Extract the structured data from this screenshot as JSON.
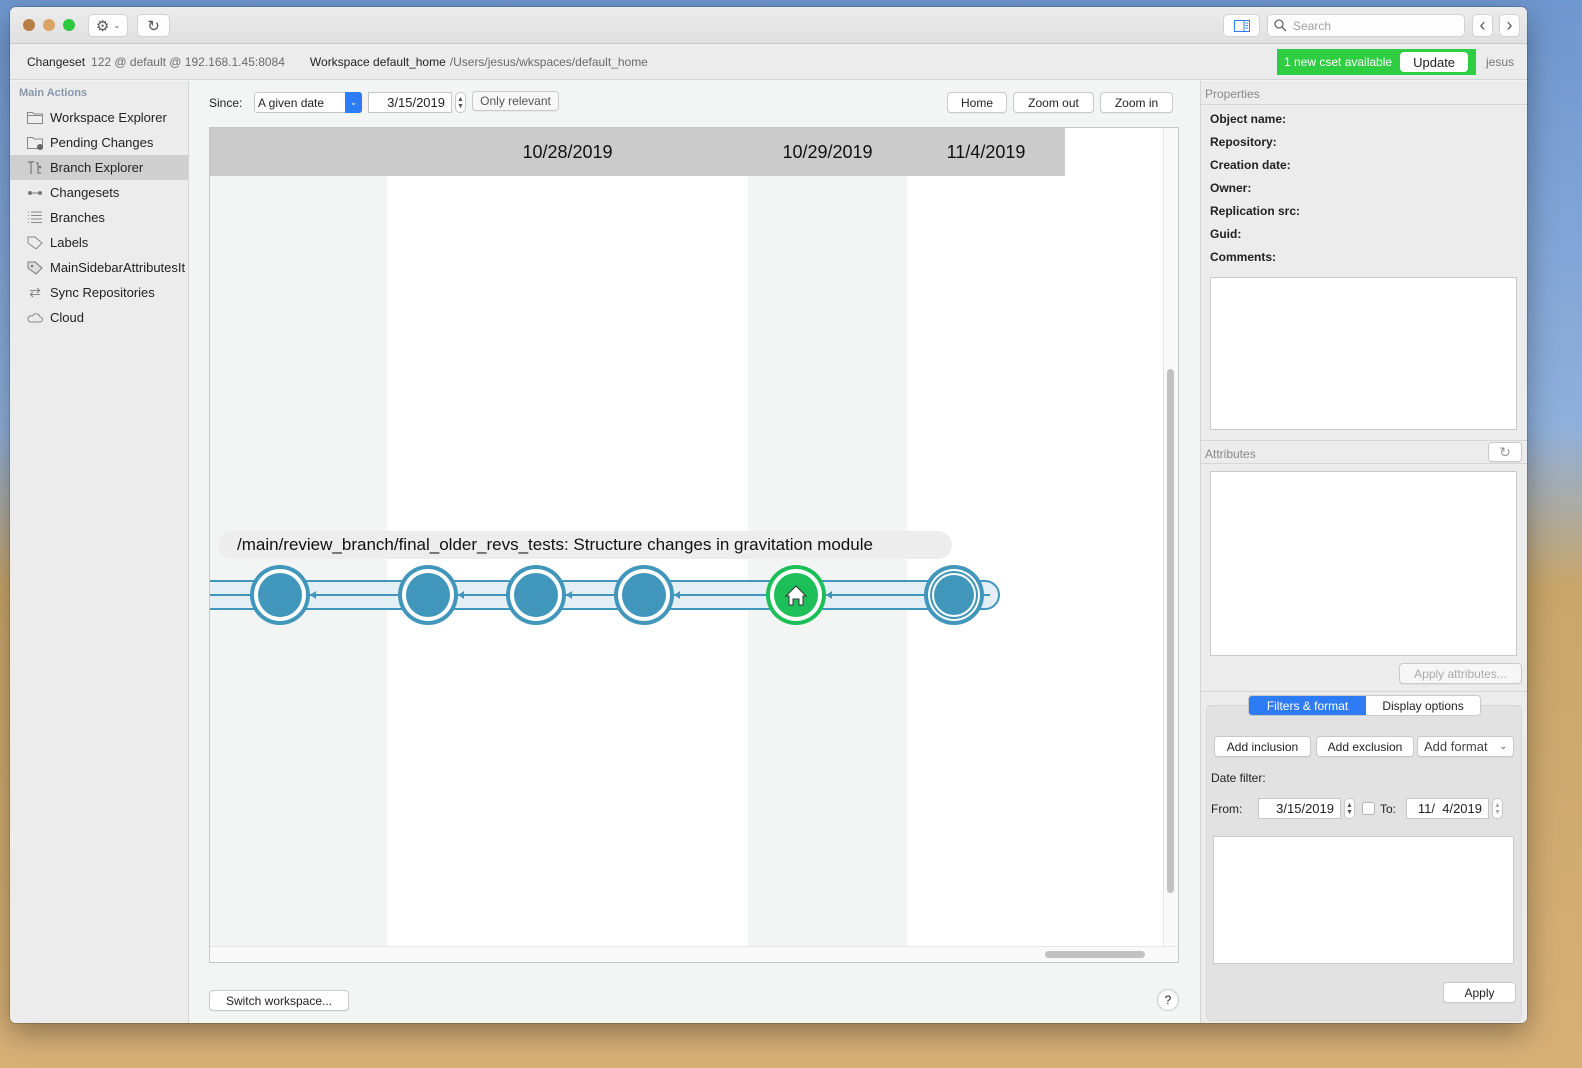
{
  "titlebar": {
    "gear_icon": "gear-icon",
    "refresh_icon": "refresh-icon",
    "sidebar_toggle_icon": "sidebar-toggle-icon",
    "search_placeholder": "Search",
    "back_icon": "‹",
    "forward_icon": "›"
  },
  "infobar": {
    "changeset_label": "Changeset",
    "changeset_value": "122 @ default @ 192.168.1.45:8084",
    "workspace_label": "Workspace default_home",
    "workspace_path": "/Users/jesus/wkspaces/default_home",
    "update_notice": "1 new cset available",
    "update_button": "Update",
    "user": "jesus",
    "accent_color": "#2fcd42"
  },
  "sidebar": {
    "header": "Main Actions",
    "items": [
      {
        "label": "Workspace Explorer",
        "icon": "folder-icon",
        "active": false
      },
      {
        "label": "Pending Changes",
        "icon": "pending-folder-icon",
        "active": false
      },
      {
        "label": "Branch Explorer",
        "icon": "branch-icon",
        "active": true
      },
      {
        "label": "Changesets",
        "icon": "changeset-icon",
        "active": false
      },
      {
        "label": "Branches",
        "icon": "list-icon",
        "active": false
      },
      {
        "label": "Labels",
        "icon": "tag-icon",
        "active": false
      },
      {
        "label": "MainSidebarAttributesIt",
        "icon": "attribute-tag-icon",
        "active": false
      },
      {
        "label": "Sync Repositories",
        "icon": "sync-icon",
        "active": false
      },
      {
        "label": "Cloud",
        "icon": "cloud-icon",
        "active": false
      }
    ]
  },
  "main": {
    "since_label": "Since:",
    "since_select": "A given date",
    "since_date": "3/15/2019",
    "only_relevant": "Only relevant",
    "home_button": "Home",
    "zoom_out_button": "Zoom out",
    "zoom_in_button": "Zoom in",
    "date_columns": [
      "10/28/2019",
      "10/29/2019",
      "11/4/2019"
    ],
    "branch_label": "/main/review_branch/final_older_revs_tests: Structure changes in gravitation module",
    "changesets": [
      {
        "type": "normal"
      },
      {
        "type": "normal"
      },
      {
        "type": "normal"
      },
      {
        "type": "normal"
      },
      {
        "type": "home"
      },
      {
        "type": "head"
      }
    ],
    "branch_color": "#4096bb",
    "home_color": "#1cbf58",
    "switch_workspace_button": "Switch workspace...",
    "help_button": "?"
  },
  "properties": {
    "header": "Properties",
    "fields": [
      "Object name:",
      "Repository:",
      "Creation date:",
      "Owner:",
      "Replication src:",
      "Guid:",
      "Comments:"
    ]
  },
  "attributes": {
    "header": "Attributes",
    "apply_button": "Apply attributes..."
  },
  "filters": {
    "tab_filters": "Filters & format",
    "tab_display": "Display options",
    "add_inclusion": "Add inclusion",
    "add_exclusion": "Add exclusion",
    "add_format": "Add format",
    "date_filter_label": "Date filter:",
    "from_label": "From:",
    "from_value": "3/15/2019",
    "to_label": "To:",
    "to_value": "11/  4/2019",
    "to_checked": false,
    "apply_button": "Apply"
  }
}
